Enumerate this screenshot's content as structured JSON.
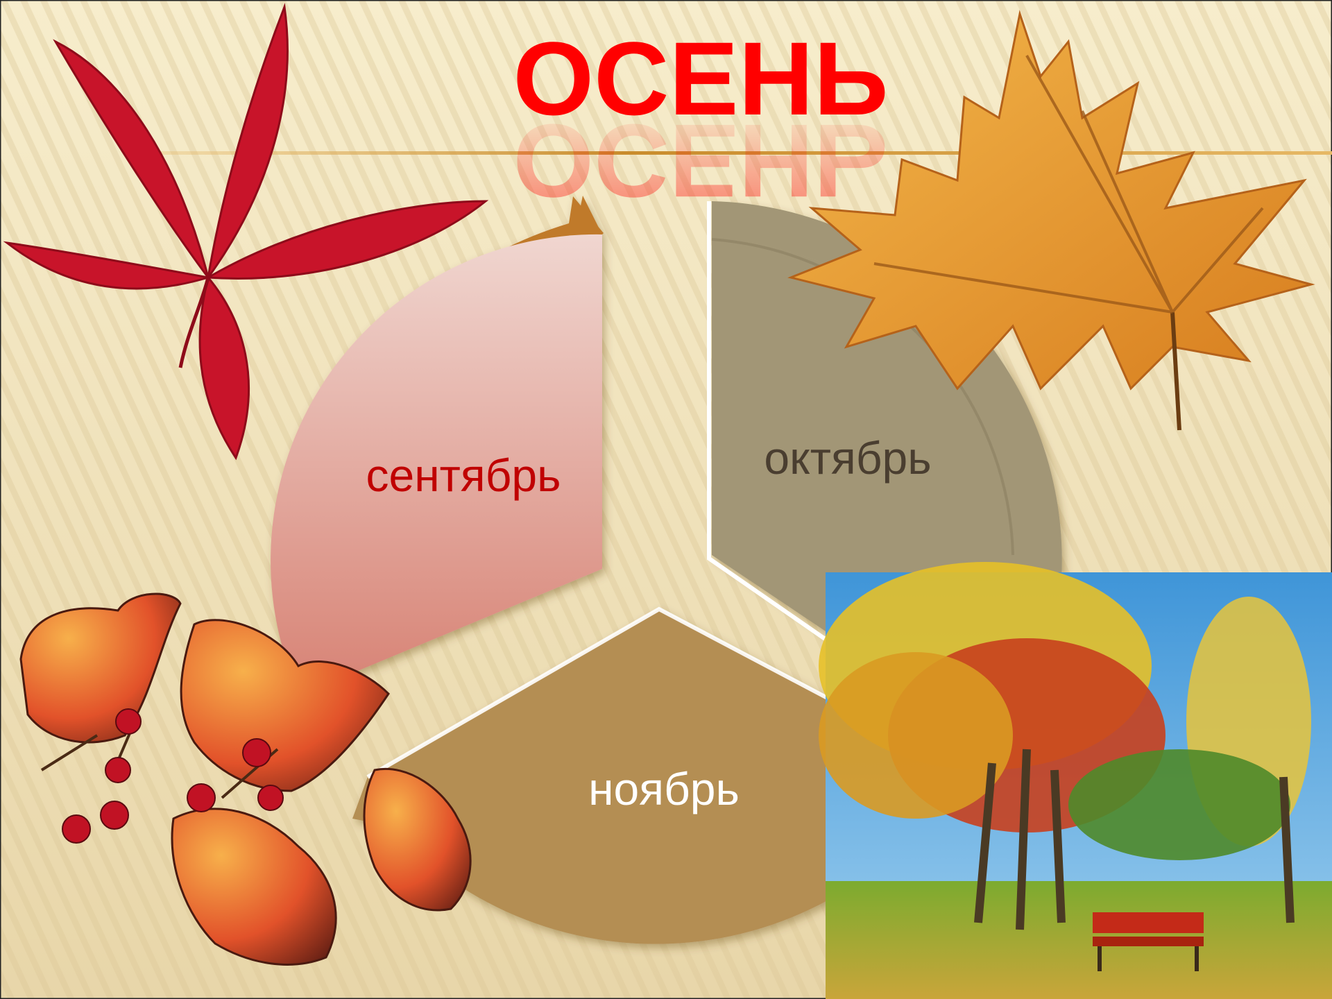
{
  "title": "ОСЕНЬ",
  "cycle": {
    "segments": [
      {
        "id": "september",
        "label": "сентябрь",
        "text_color": "#c00000",
        "fill_top": "#efd2cc",
        "fill_bottom": "#d9877a"
      },
      {
        "id": "october",
        "label": "октябрь",
        "text_color": "#4a3e30",
        "fill": "#a29676"
      },
      {
        "id": "november",
        "label": "ноябрь",
        "text_color": "#ffffff",
        "fill": "#b48e52"
      }
    ],
    "arrow_color": "#c07a2c"
  },
  "colors": {
    "title": "#ff0000",
    "background_top": "#f6ebc8",
    "background_bottom": "#e9d8ad",
    "divider": "#d6a34a"
  },
  "decorations": [
    {
      "name": "red-virginia-creeper-leaf-icon"
    },
    {
      "name": "orange-maple-leaf-icon"
    },
    {
      "name": "rowan-leaves-berries-icon"
    },
    {
      "name": "autumn-park-photo"
    }
  ]
}
